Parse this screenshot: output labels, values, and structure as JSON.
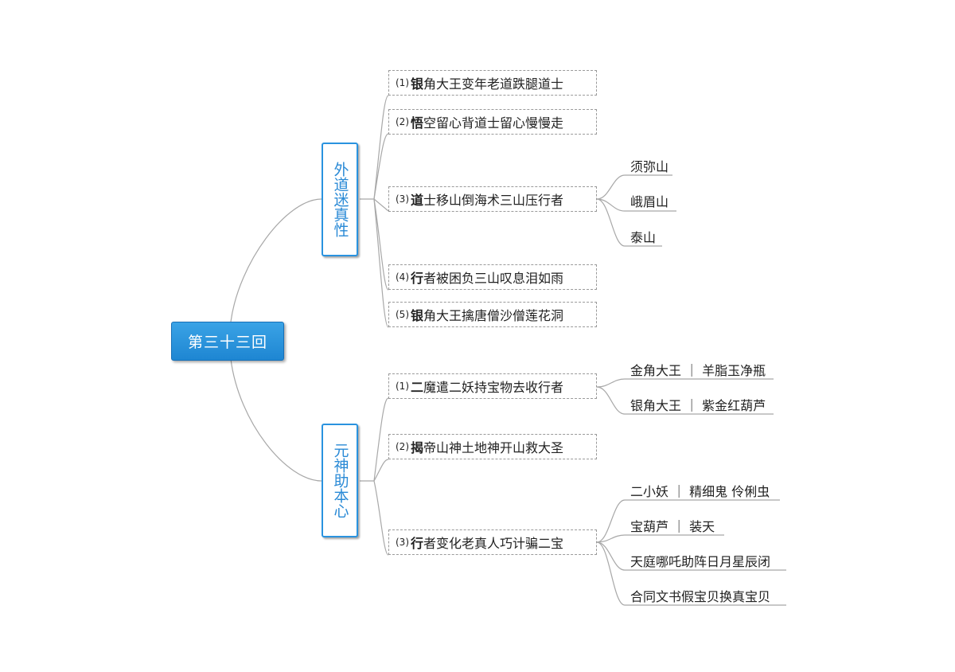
{
  "root": {
    "label": "第三十三回"
  },
  "branches": [
    {
      "label": "外道迷真性",
      "items": [
        {
          "num": "(1)",
          "first": "银",
          "rest": "角大王变年老道跌腿道士",
          "subs": []
        },
        {
          "num": "(2)",
          "first": "悟",
          "rest": "空留心背道士留心慢慢走",
          "subs": []
        },
        {
          "num": "(3)",
          "first": "道",
          "rest": "士移山倒海术三山压行者",
          "subs": [
            "须弥山",
            "峨眉山",
            "泰山"
          ]
        },
        {
          "num": "(4)",
          "first": "行",
          "rest": "者被困负三山叹息泪如雨",
          "subs": []
        },
        {
          "num": "(5)",
          "first": "银",
          "rest": "角大王擒唐僧沙僧莲花洞",
          "subs": []
        }
      ]
    },
    {
      "label": "元神助本心",
      "items": [
        {
          "num": "(1)",
          "first": "二",
          "rest": "魔遣二妖持宝物去收行者",
          "subs": [
            "金角大王 ｜ 羊脂玉净瓶",
            "银角大王 ｜ 紫金红葫芦"
          ]
        },
        {
          "num": "(2)",
          "first": "揭",
          "rest": "帝山神土地神开山救大圣",
          "subs": []
        },
        {
          "num": "(3)",
          "first": "行",
          "rest": "者变化老真人巧计骗二宝",
          "subs": [
            "二小妖 ｜ 精细鬼 伶俐虫",
            "宝葫芦 ｜ 装天",
            "天庭哪吒助阵日月星辰闭",
            "合同文书假宝贝换真宝贝"
          ]
        }
      ]
    }
  ]
}
